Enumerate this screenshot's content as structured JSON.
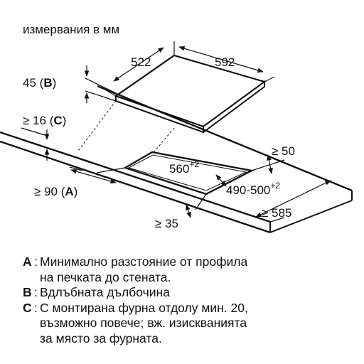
{
  "units_note": "измервания в мм",
  "dimensions": {
    "hob_depth": "522",
    "hob_width": "592",
    "hob_height": "45",
    "hob_height_ref": "B",
    "gap_below": "≥ 16",
    "gap_below_ref": "C",
    "front_gap": "≥ 90",
    "front_gap_ref": "A",
    "cutout_width": "560",
    "cutout_width_tol": "+2",
    "cutout_depth": "490-500",
    "cutout_depth_tol": "+2",
    "rear_gap": "≥ 50",
    "side_gap": "≥ 35",
    "worktop_depth": "≥ 585"
  },
  "legend": [
    {
      "key": "A",
      "text": "Минимално разстояние от профила",
      "cont": [
        "на печката до стената."
      ]
    },
    {
      "key": "B",
      "text": "Вдлъбната дълбочина",
      "cont": []
    },
    {
      "key": "C",
      "text": "С монтирана фурна отдолу мин. 20,",
      "cont": [
        "възможно повече; вж. изисквания­та",
        "за място за фурната."
      ]
    }
  ]
}
